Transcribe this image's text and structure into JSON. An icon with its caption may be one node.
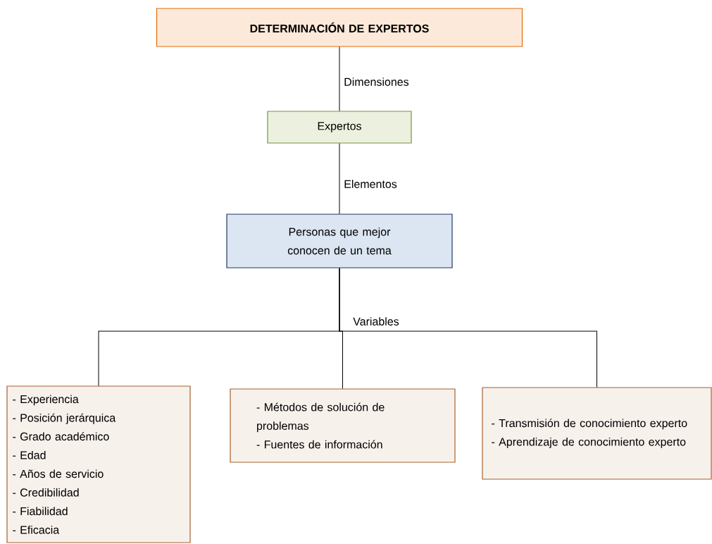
{
  "diagram": {
    "nodes": [
      {
        "text": [
          "DETERMINACIÓN DE EXPERTOS"
        ]
      },
      {
        "text": [
          "Expertos"
        ]
      },
      {
        "text": [
          "Personas que mejor conocen de un tema"
        ]
      },
      {
        "text": [
          "- Experiencia",
          "- Posición jerárquica",
          "- Grado académico",
          "- Edad",
          "- Años de servicio",
          "- Credibilidad",
          "- Fiabilidad",
          "- Eficacia"
        ]
      },
      {
        "text": [
          "- Métodos de solución de problemas",
          "- Fuentes de información"
        ]
      },
      {
        "text": [
          "- Transmisión de conocimiento experto",
          "- Aprendizaje de conocimiento experto"
        ]
      }
    ],
    "edges": [
      {
        "from": 0,
        "to": 1,
        "arrow": "none",
        "label": "Dimensiones"
      },
      {
        "from": 1,
        "to": 2,
        "arrow": "none",
        "label": "Elementos"
      },
      {
        "from": 2,
        "to": 3,
        "arrow": "none"
      },
      {
        "from": 2,
        "to": 4,
        "arrow": "none",
        "label": "Variables"
      },
      {
        "from": 2,
        "to": 5,
        "arrow": "none"
      }
    ]
  }
}
